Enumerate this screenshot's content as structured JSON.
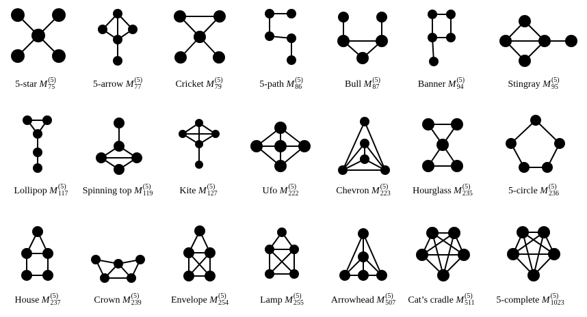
{
  "diagram": {
    "graphs": [
      {
        "name": "5-star",
        "id": "75"
      },
      {
        "name": "5-arrow",
        "id": "77"
      },
      {
        "name": "Cricket",
        "id": "79"
      },
      {
        "name": "5-path",
        "id": "86"
      },
      {
        "name": "Bull",
        "id": "87"
      },
      {
        "name": "Banner",
        "id": "94"
      },
      {
        "name": "Stingray",
        "id": "95"
      },
      {
        "name": "Lollipop",
        "id": "117"
      },
      {
        "name": "Spinning top",
        "id": "119"
      },
      {
        "name": "Kite",
        "id": "127"
      },
      {
        "name": "Ufo",
        "id": "222"
      },
      {
        "name": "Chevron",
        "id": "223"
      },
      {
        "name": "Hourglass",
        "id": "235"
      },
      {
        "name": "5-circle",
        "id": "236"
      },
      {
        "name": "House",
        "id": "237"
      },
      {
        "name": "Crown",
        "id": "239"
      },
      {
        "name": "Envelope",
        "id": "254"
      },
      {
        "name": "Lamp",
        "id": "255"
      },
      {
        "name": "Arrowhead",
        "id": "507"
      },
      {
        "name": "Cat’s cradle",
        "id": "511"
      },
      {
        "name": "5-complete",
        "id": "1023"
      }
    ],
    "symbol": "M",
    "superscript": "(5)"
  }
}
